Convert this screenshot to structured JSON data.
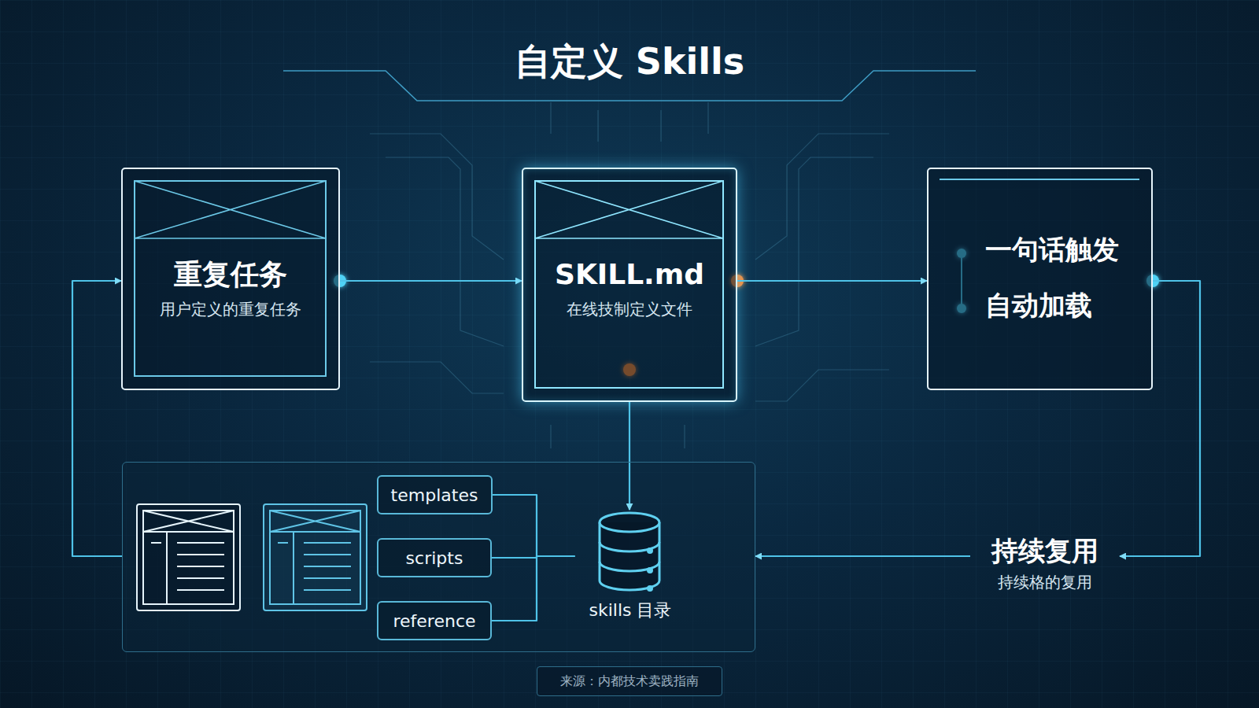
{
  "diagram": {
    "title": "自定义 Skills",
    "caption": "来源：内都技术卖践指南",
    "nodes": [
      {
        "text": [
          "重复任务",
          "用户定义的重复任务"
        ]
      },
      {
        "text": [
          "SKILL.md",
          "在线技制定义文件"
        ]
      },
      {
        "text": [
          "一句话触发",
          "自动加载"
        ]
      },
      {
        "text": []
      },
      {
        "text": [
          "templates"
        ],
        "in": 3
      },
      {
        "text": [
          "scripts"
        ],
        "in": 3
      },
      {
        "text": [
          "reference"
        ],
        "in": 3
      },
      {
        "text": [
          "skills 目录"
        ],
        "in": 3
      },
      {
        "text": [
          "持续复用",
          "持续格的复用"
        ]
      }
    ],
    "edges": [
      {
        "from": 0,
        "to": 1,
        "arrow": "to"
      },
      {
        "from": 1,
        "to": 2,
        "arrow": "to"
      },
      {
        "from": 2,
        "to": 8,
        "arrow": "to"
      },
      {
        "from": 8,
        "to": 3,
        "arrow": "to"
      },
      {
        "from": 3,
        "to": 0,
        "arrow": "to"
      },
      {
        "from": 1,
        "to": 7,
        "arrow": "to"
      },
      {
        "from": 4,
        "to": 7,
        "arrow": "none"
      },
      {
        "from": 5,
        "to": 7,
        "arrow": "none"
      },
      {
        "from": 6,
        "to": 7,
        "arrow": "none"
      }
    ]
  }
}
